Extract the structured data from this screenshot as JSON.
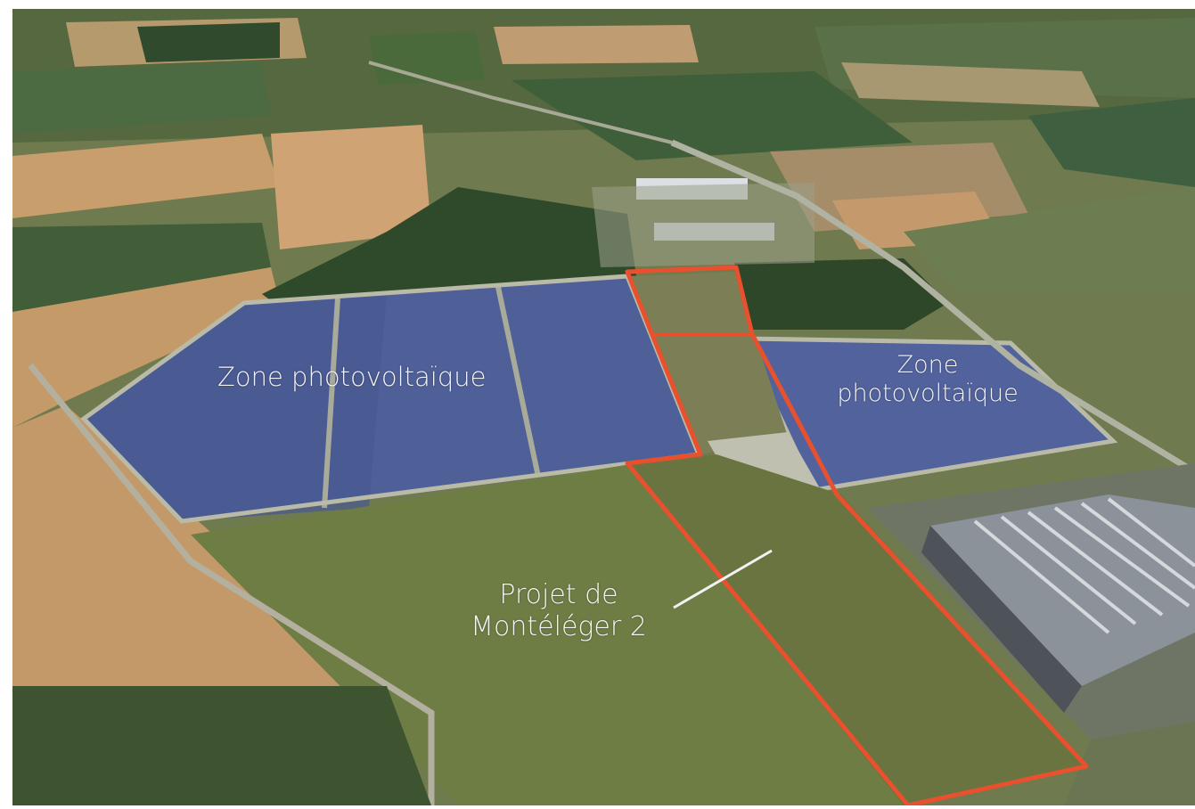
{
  "photo": {
    "labels": {
      "zone_left": "Zone photovoltaïque",
      "zone_right_line1": "Zone",
      "zone_right_line2": "photovoltaïque",
      "project_line1": "Projet de",
      "project_line2": "Montéléger 2"
    },
    "colors": {
      "outline": "#e8502e",
      "label_text": "#f4f4f4",
      "solar_panels": "#4f5f98",
      "green_field": "#6e7d44",
      "wheat_field": "#c49a68"
    }
  }
}
